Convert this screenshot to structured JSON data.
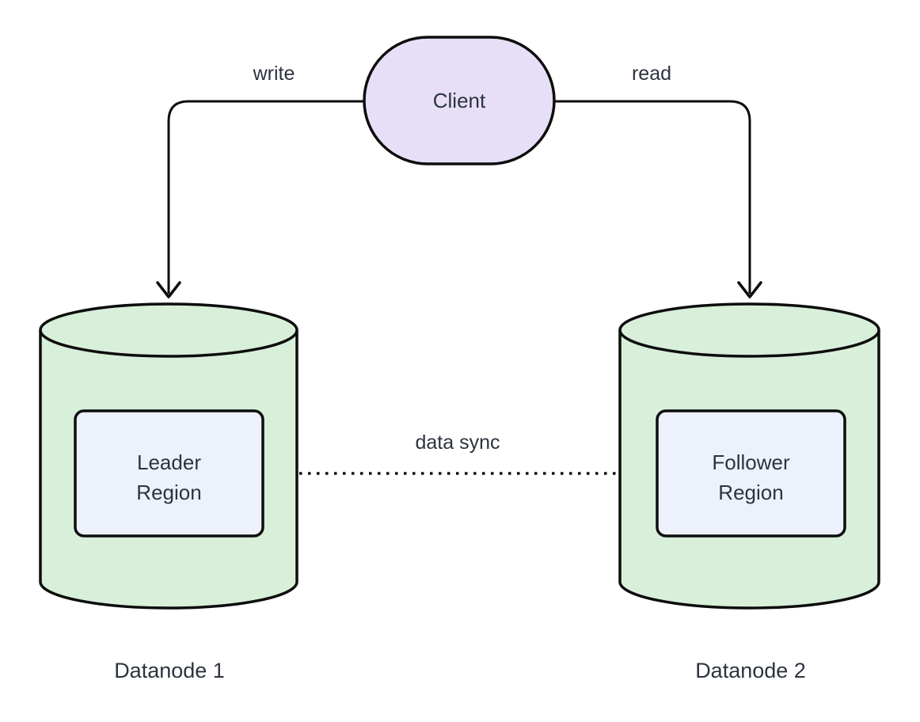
{
  "diagram": {
    "background": "#ffffff",
    "client": {
      "label": "Client",
      "fill": "#e6dff7"
    },
    "edges": {
      "write": {
        "label": "write",
        "from": "Client",
        "to": "Datanode 1",
        "style": "solid-arrow"
      },
      "read": {
        "label": "read",
        "from": "Client",
        "to": "Datanode 2",
        "style": "solid-arrow"
      },
      "data_sync": {
        "label": "data sync",
        "from": "Leader Region",
        "to": "Follower Region",
        "style": "dotted-arrow"
      }
    },
    "datanode1": {
      "label": "Datanode 1",
      "shape": "cylinder",
      "fill": "#d8efda",
      "region": {
        "line1": "Leader",
        "line2": "Region",
        "fill": "#edf1fb"
      }
    },
    "datanode2": {
      "label": "Datanode 2",
      "shape": "cylinder",
      "fill": "#d8efda",
      "region": {
        "line1": "Follower",
        "line2": "Region",
        "fill": "#edf1fb"
      }
    },
    "colors": {
      "stroke": "#0d0d0d",
      "text": "#2d333f"
    }
  }
}
